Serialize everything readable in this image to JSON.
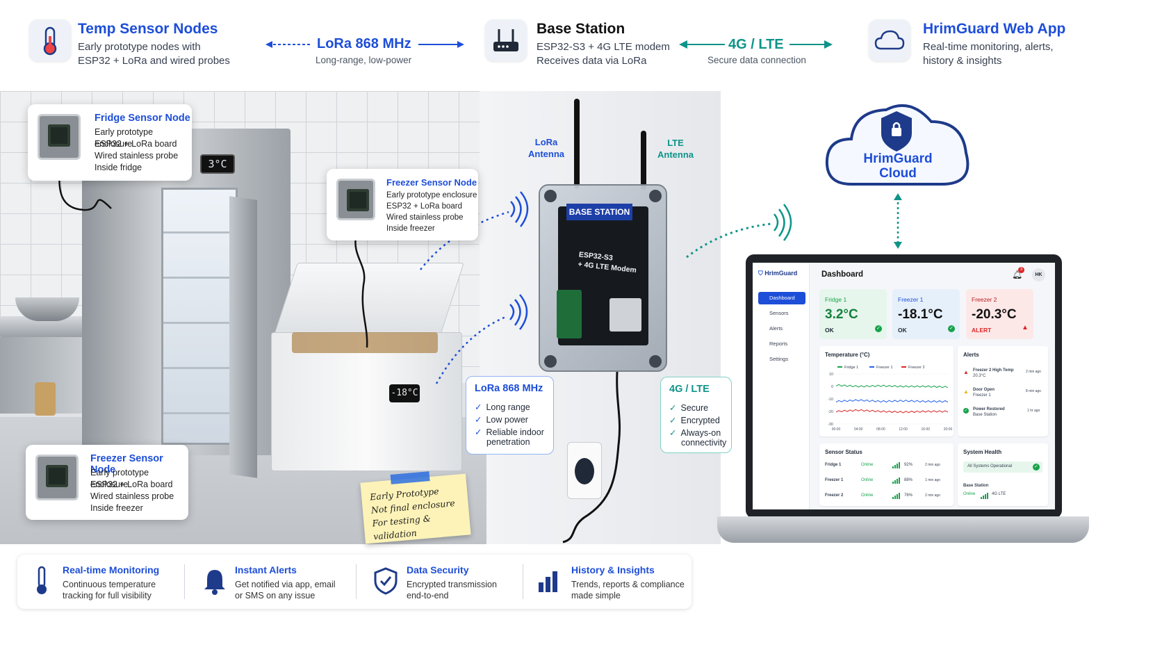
{
  "header": {
    "sensors": {
      "title": "Temp Sensor Nodes",
      "line1": "Early prototype nodes with",
      "line2": "ESP32 + LoRa and wired probes"
    },
    "lora": {
      "title": "LoRa 868 MHz",
      "sub": "Long-range, low-power"
    },
    "base": {
      "title": "Base Station",
      "line1": "ESP32-S3 + 4G LTE modem",
      "line2": "Receives data via LoRa"
    },
    "lte": {
      "title": "4G / LTE",
      "sub": "Secure data connection"
    },
    "webapp": {
      "title": "HrimGuard Web App",
      "line1": "Real-time monitoring, alerts,",
      "line2": "history & insights"
    }
  },
  "fridge_node": {
    "title": "Fridge Sensor Node",
    "lines": [
      "Early prototype enclosure",
      "ESP32 + LoRa board",
      "Wired stainless probe",
      "Inside fridge"
    ]
  },
  "freezer_node_top": {
    "title": "Freezer Sensor Node",
    "lines": [
      "Early prototype enclosure",
      "ESP32 + LoRa board",
      "Wired stainless probe",
      "Inside freezer"
    ]
  },
  "freezer_node_bottom": {
    "title": "Freezer Sensor Node",
    "lines": [
      "Early prototype enclosure",
      "ESP32 + LoRa board",
      "Wired stainless probe",
      "Inside freezer"
    ]
  },
  "displays": {
    "fridge": "3°C",
    "freezer": "-18°C"
  },
  "antennas": {
    "lora": [
      "LoRa",
      "Antenna"
    ],
    "lte": [
      "LTE",
      "Antenna"
    ]
  },
  "base_station": {
    "label": "BASE STATION",
    "board": [
      "ESP32-S3",
      "+ 4G LTE Modem"
    ]
  },
  "lora_box": {
    "title": "LoRa 868 MHz",
    "items": [
      "Long range",
      "Low power",
      "Reliable indoor",
      "penetration"
    ]
  },
  "lte_box": {
    "title": "4G / LTE",
    "items": [
      "Secure",
      "Encrypted",
      "Always-on",
      "connectivity"
    ]
  },
  "note": {
    "lines": [
      "Early Prototype",
      "Not final enclosure",
      "For testing & validation"
    ]
  },
  "cloud": {
    "line1": "HrimGuard",
    "line2": "Cloud"
  },
  "dashboard": {
    "brand": "HrimGuard",
    "title": "Dashboard",
    "avatar": "HK",
    "notif_count": "3",
    "nav": [
      "Dashboard",
      "Sensors",
      "Alerts",
      "Reports",
      "Settings"
    ],
    "kpis": [
      {
        "label": "Fridge 1",
        "value": "3.2°C",
        "status": "OK"
      },
      {
        "label": "Freezer 1",
        "value": "-18.1°C",
        "status": "OK"
      },
      {
        "label": "Freezer 2",
        "value": "-20.3°C",
        "status": "ALERT"
      }
    ],
    "temp_panel_title": "Temperature (°C)",
    "alerts_title": "Alerts",
    "alerts": [
      {
        "title": "Freezer 2 High Temp",
        "sub": "20.3°C",
        "time": "2 min ago"
      },
      {
        "title": "Door Open",
        "sub": "Freezer 1",
        "time": "8 min ago"
      },
      {
        "title": "Power Restored",
        "sub": "Base Station",
        "time": "1 hr ago"
      }
    ],
    "sensor_status_title": "Sensor Status",
    "sensor_rows": [
      {
        "name": "Fridge 1",
        "status": "Online",
        "signal": "92%",
        "time": "2 min ago"
      },
      {
        "name": "Freezer 1",
        "status": "Online",
        "signal": "88%",
        "time": "1 min ago"
      },
      {
        "name": "Freezer 2",
        "status": "Online",
        "signal": "76%",
        "time": "2 min ago"
      }
    ],
    "health_title": "System Health",
    "health_status": "All Systems Operational",
    "base_label": "Base Station",
    "base_status": "Online",
    "base_net": "4G LTE"
  },
  "chart_data": {
    "type": "line",
    "title": "Temperature (°C)",
    "x": [
      "00:00",
      "04:00",
      "08:00",
      "12:00",
      "16:00",
      "20:00"
    ],
    "ylim": [
      -30,
      10
    ],
    "yticks": [
      10,
      0,
      -10,
      -20,
      -30
    ],
    "series": [
      {
        "name": "Fridge 1",
        "color": "#16a34a",
        "values": [
          1,
          0,
          0.5,
          0,
          0,
          -0.5
        ]
      },
      {
        "name": "Freezer 1",
        "color": "#2563eb",
        "values": [
          -12,
          -11,
          -12,
          -11.5,
          -12,
          -12
        ]
      },
      {
        "name": "Freezer 2",
        "color": "#dc2626",
        "values": [
          -20,
          -19,
          -20,
          -20.5,
          -20,
          -20
        ]
      }
    ]
  },
  "features": [
    {
      "title": "Real-time Monitoring",
      "line1": "Continuous temperature",
      "line2": "tracking for full visibility"
    },
    {
      "title": "Instant Alerts",
      "line1": "Get notified via app, email",
      "line2": "or SMS on any issue"
    },
    {
      "title": "Data Security",
      "line1": "Encrypted transmission",
      "line2": "end-to-end"
    },
    {
      "title": "History & Insights",
      "line1": "Trends, reports & compliance",
      "line2": "made simple"
    }
  ],
  "colors": {
    "primary": "#1d4ed8",
    "lte": "#0e9488",
    "alert": "#dc2626",
    "ok": "#16a34a"
  }
}
